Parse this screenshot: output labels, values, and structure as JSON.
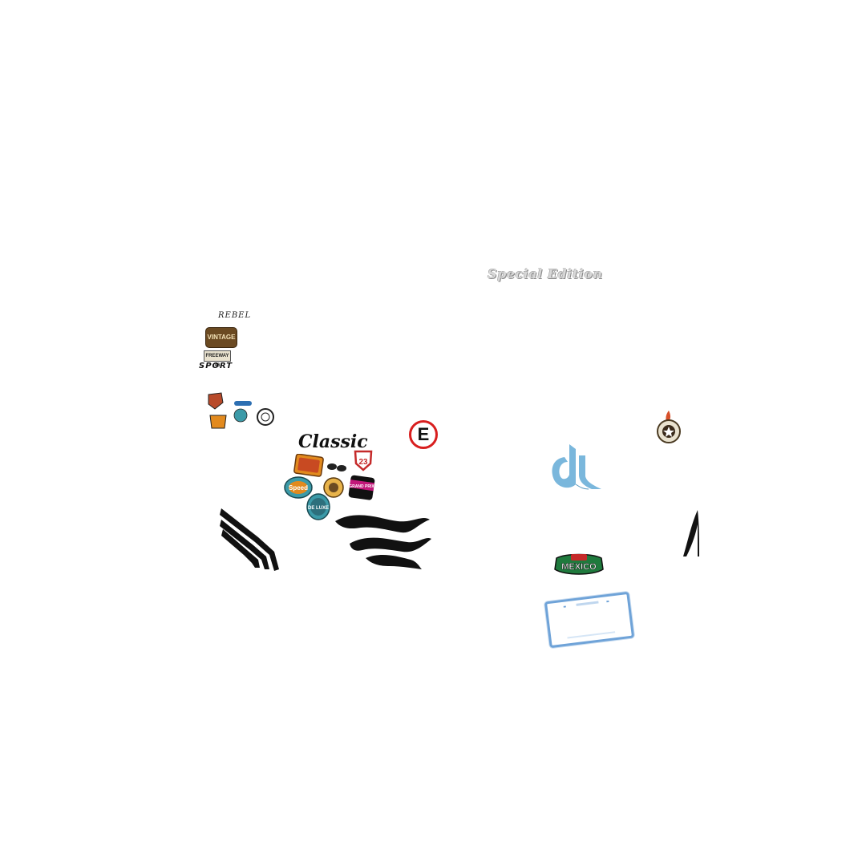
{
  "page": {
    "special_edition": "Special  Edition",
    "rebel": "REBEL",
    "vintage": "VINTAGE",
    "freeway": "FREEWAY 46",
    "sport": "SPORT",
    "classic": "Classic",
    "route_number": "23",
    "deluxe": "DE LUXE",
    "speed": "Speed",
    "grand_prix": "GRAND PRIX",
    "mexico": "MEXICO",
    "eco_letter": "E"
  },
  "colors": {
    "light_blue": "#7ab7dc",
    "plate_border": "#6fa3d8",
    "eco_red": "#d81e1e",
    "mexico_green": "#1f7a3d",
    "mexico_red": "#c52a2a",
    "brown": "#6b4a22",
    "magenta": "#c2177a",
    "orange": "#e28a1e",
    "teal": "#3b9aa8",
    "black": "#111111"
  },
  "icons": [
    "flame-decal-icon",
    "stripe-decal-icon",
    "no-entry-icon",
    "star-emblem-icon",
    "dj-logo-icon",
    "license-plate-icon"
  ]
}
